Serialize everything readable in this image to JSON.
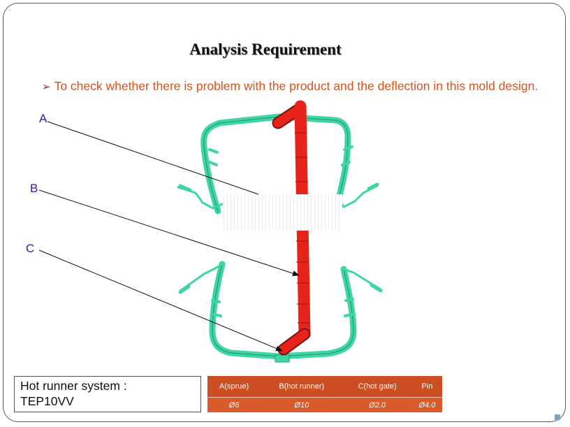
{
  "slide": {
    "title": "Analysis Requirement",
    "bullet_marker": "➢",
    "bullet_text": "To check whether there is problem with the product and the deflection in this mold design."
  },
  "callouts": [
    {
      "label": "A"
    },
    {
      "label": "B"
    },
    {
      "label": "C"
    }
  ],
  "info_box": {
    "line1": "Hot runner system :",
    "line2": "TEP10VV"
  },
  "spec_table": {
    "headers": [
      "A(sprue)",
      "B(hot runner)",
      "C(hot gate)",
      "Pin"
    ],
    "values": [
      "Ø6",
      "Ø10",
      "Ø2.0",
      "Ø4.0"
    ]
  },
  "colors": {
    "part": "#3fd6a6",
    "runner": "#e8231b",
    "accent": "#d7541c",
    "callout": "#2222bb"
  }
}
